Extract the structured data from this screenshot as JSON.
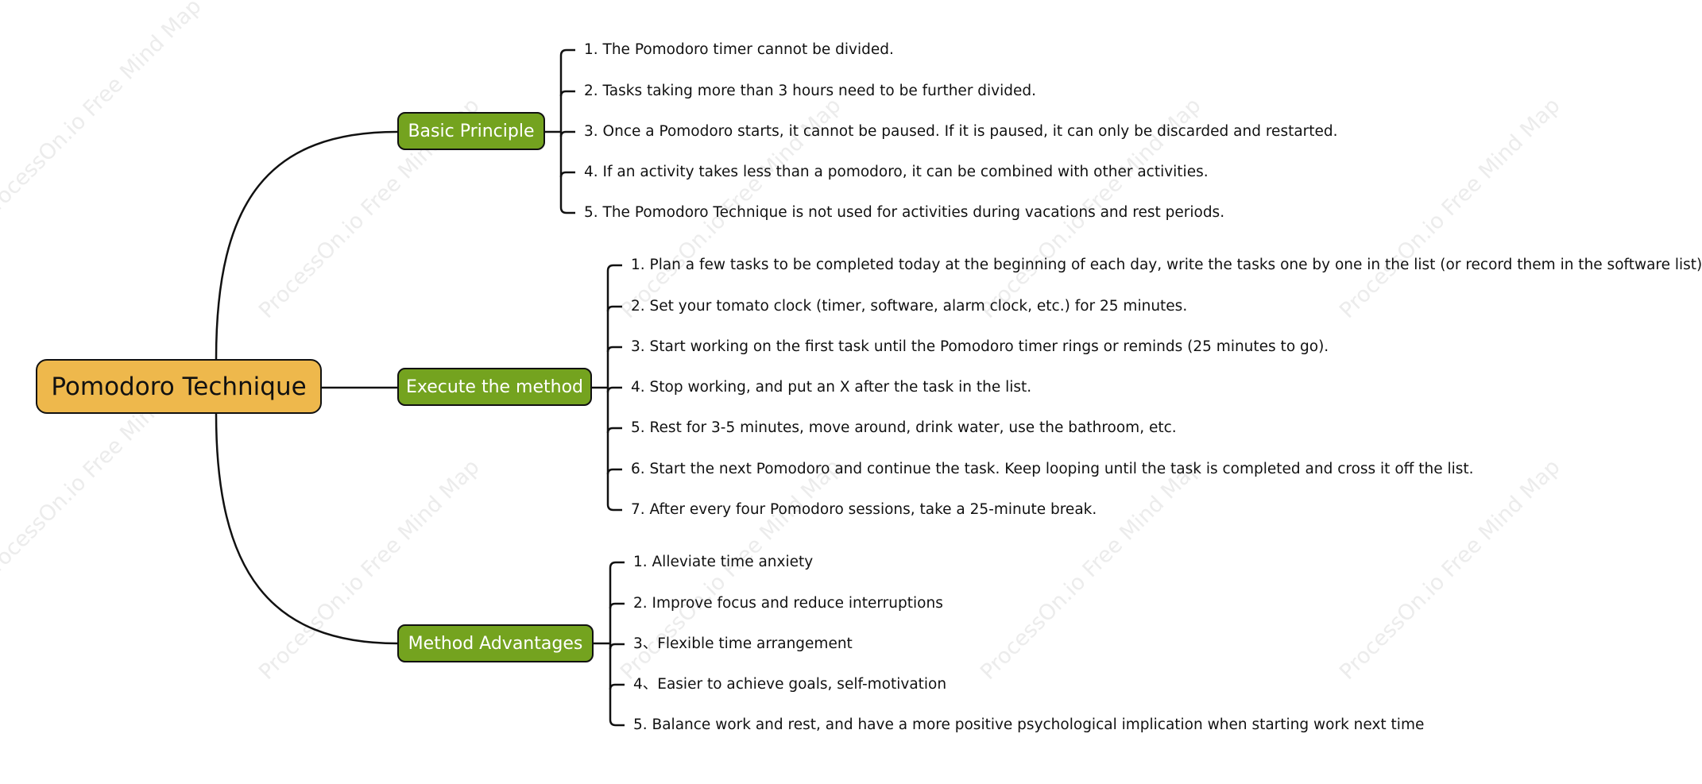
{
  "watermark_text": "ProcessOn.io Free Mind Map",
  "colors": {
    "root_fill": "#EEB84C",
    "branch_fill": "#74A31F",
    "line": "#111111",
    "watermark": "#ececec"
  },
  "root": {
    "label": "Pomodoro Technique"
  },
  "branches": [
    {
      "label": "Basic Principle",
      "items": [
        "1. The Pomodoro timer cannot be divided.",
        "2. Tasks taking more than 3 hours need to be further divided.",
        "3. Once a Pomodoro starts, it cannot be paused. If it is paused, it can only be discarded and restarted.",
        "4. If an activity takes less than a pomodoro, it can be combined with other activities.",
        "5. The Pomodoro Technique is not used for activities during vacations and rest periods."
      ]
    },
    {
      "label": "Execute the method",
      "items": [
        "1. Plan a few tasks to be completed today at the beginning of each day, write the tasks one by one in the list (or record them in the software list)",
        "2. Set your tomato clock (timer, software, alarm clock, etc.) for 25 minutes.",
        "3. Start working on the first task until the Pomodoro timer rings or reminds (25 minutes to go).",
        "4. Stop working, and put an X after the task in the list.",
        "5. Rest for 3-5 minutes, move around, drink water, use the bathroom, etc.",
        "6. Start the next Pomodoro and continue the task. Keep looping until the task is completed and cross it off the list.",
        "7. After every four Pomodoro sessions, take a 25-minute break."
      ]
    },
    {
      "label": "Method Advantages",
      "items": [
        "1. Alleviate time anxiety",
        "2. Improve focus and reduce interruptions",
        "3、Flexible time arrangement",
        "4、Easier to achieve goals, self-motivation",
        "5. Balance work and rest, and have a more positive psychological implication when starting work next time"
      ]
    }
  ]
}
